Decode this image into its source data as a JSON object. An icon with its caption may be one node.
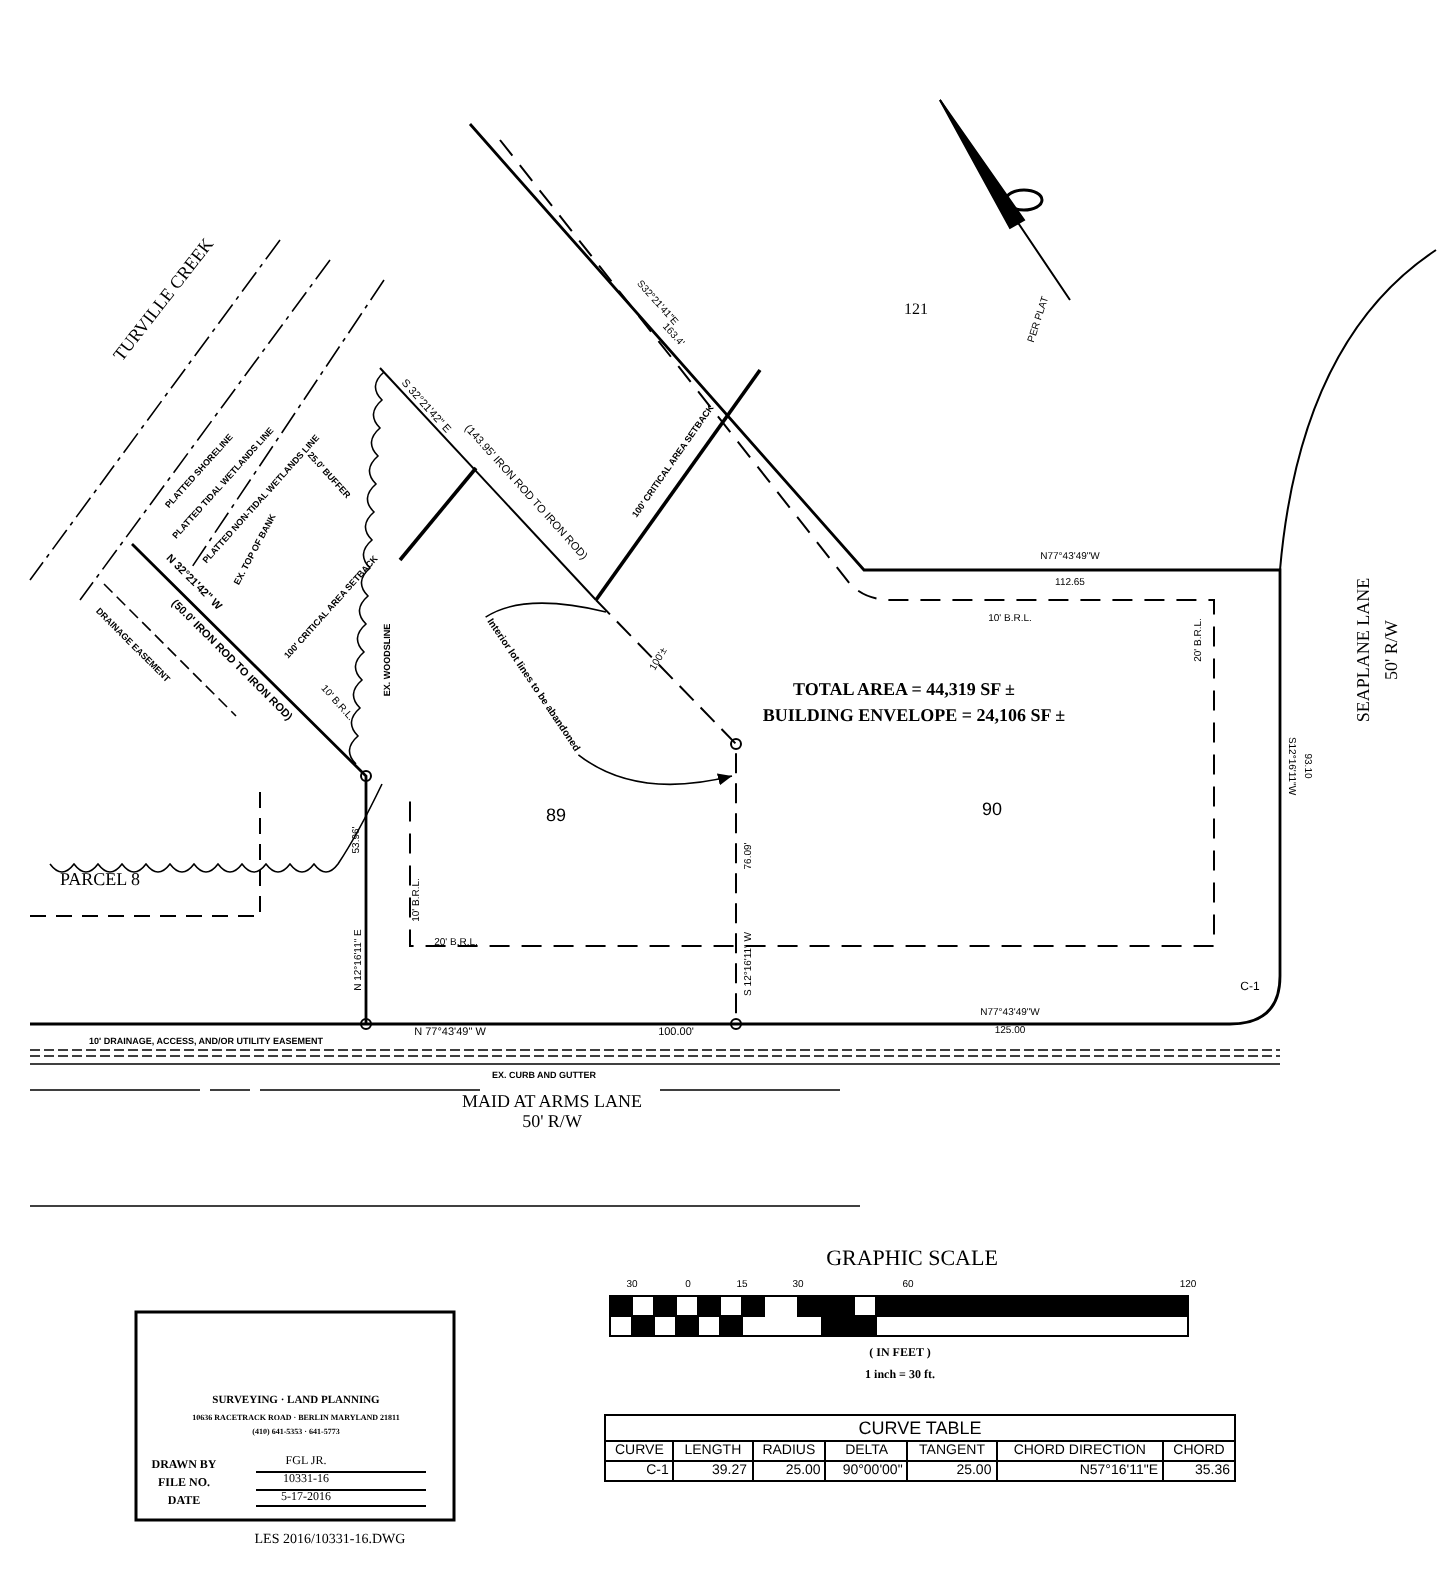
{
  "diagram": {
    "nodes": [
      {
        "text": [
          "Interior lot lines to be abandoned"
        ]
      },
      {
        "text": [],
        "shape": "line"
      }
    ],
    "edges": [
      {
        "from": 0,
        "to": 1,
        "arrow": "none"
      },
      {
        "from": 0,
        "to": 1,
        "arrow": "to"
      }
    ],
    "labels": [
      "PER PLAT",
      "TURVILLE CREEK",
      "121",
      "S32°21'41\"E",
      "163.4'",
      "PLATTED SHORELINE",
      "PLATTED TIDAL WETLANDS LINE",
      "PLATTED NON-TIDAL WETLANDS LINE",
      "25.0' BUFFER",
      "EX. TOP OF BANK",
      "S 32°21'42\" E",
      "(143.95' IRON ROD TO IRON ROD)",
      "100' CRITICAL AREA SETBACK",
      "N77°43'49\"W",
      "112.65",
      "10' B.R.L.",
      "SEAPLANE LANE",
      "50' R/W",
      "N 32°21'42\" W",
      "(50.0' IRON ROD TO IRON ROD)",
      "DRAINAGE EASEMENT",
      "100' CRITICAL AREA SETBACK",
      "EX. WOODSLINE",
      "10' B.R.L.",
      "100'±",
      "20' B.R.L.",
      "S12°16'11\"W",
      "93.10",
      "TOTAL AREA = 44,319 SF ±",
      "BUILDING ENVELOPE = 24,106 SF ±",
      "89",
      "90",
      "76.09'",
      "53.96'",
      "PARCEL 8",
      "10' B.R.L.",
      "N 12°16'11\" E",
      "S 12°16'11\" W",
      "20' B.R.L.",
      "N77°43'49\"W",
      "125.00",
      "C-1",
      "N 77°43'49\" W",
      "100.00'",
      "10' DRAINAGE, ACCESS, AND/OR UTILITY EASEMENT",
      "EX. CURB AND GUTTER",
      "MAID AT ARMS LANE",
      "50' R/W",
      "GRAPHIC SCALE",
      "30",
      "0",
      "15",
      "30",
      "60",
      "120",
      "( IN FEET )",
      "1 inch = 30 ft.",
      "SURVEYING · LAND PLANNING",
      "10636 RACETRACK ROAD · BERLIN MARYLAND 21811",
      "(410) 641-5353 · 641-5773",
      "CURVE TABLE",
      "CURVE",
      "LENGTH",
      "RADIUS",
      "DELTA",
      "TANGENT",
      "CHORD DIRECTION",
      "CHORD",
      "C-1",
      "39.27",
      "25.00",
      "90°00'00\"",
      "25.00",
      "N57°16'11\"E",
      "35.36",
      "DRAWN BY",
      "FGL JR.",
      "FILE NO.",
      "10331-16",
      "DATE",
      "5-17-2016",
      "LES 2016/10331-16.DWG"
    ]
  }
}
